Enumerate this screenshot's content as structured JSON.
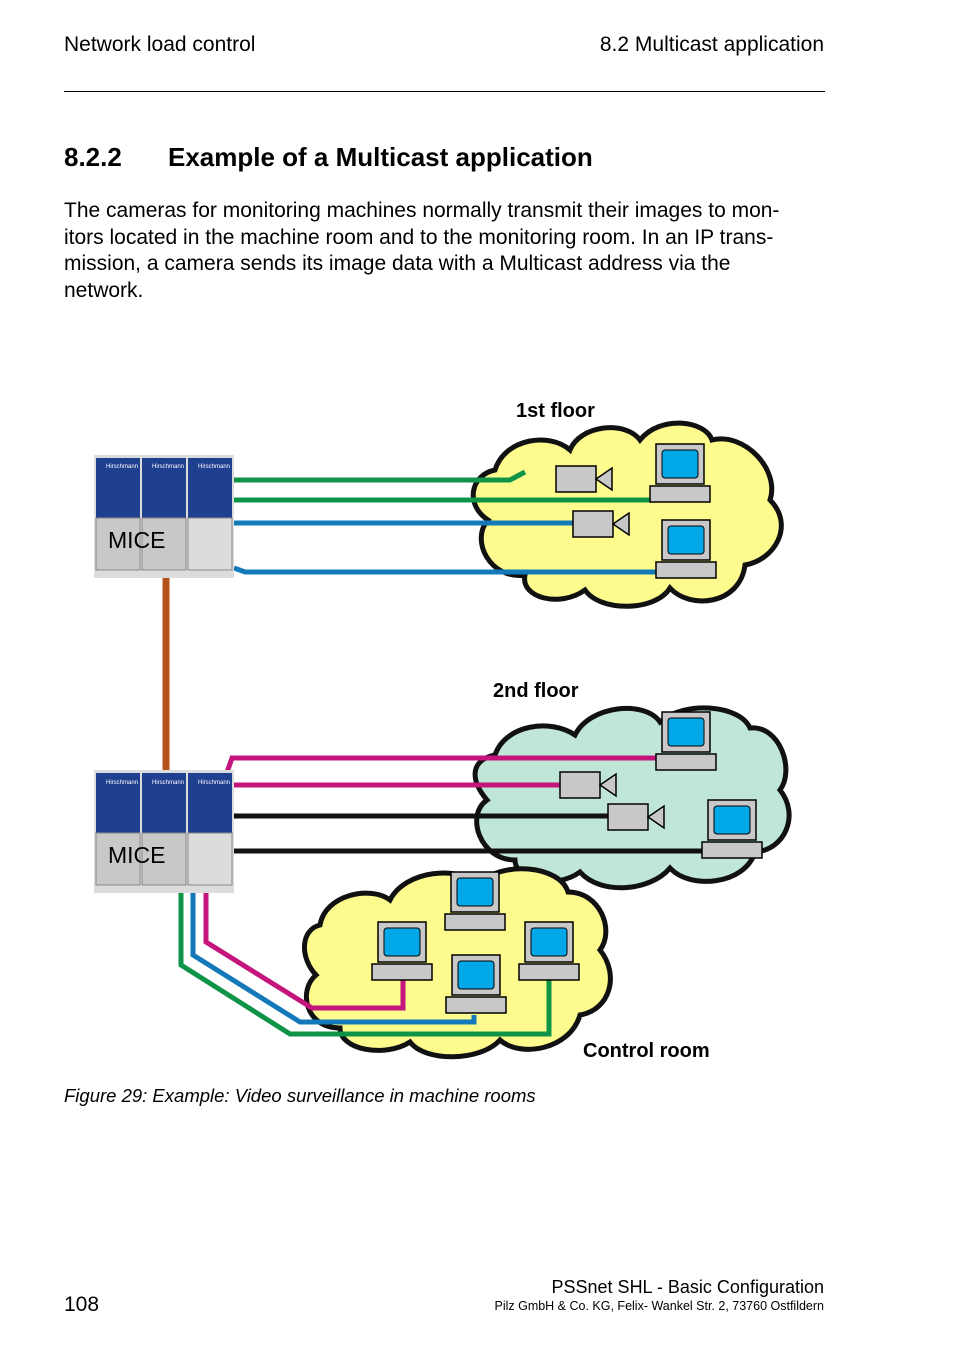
{
  "header": {
    "left": "Network load control",
    "right": "8.2  Multicast application"
  },
  "section": {
    "number": "8.2.2",
    "title": "Example of a Multicast application"
  },
  "paragraph_lines": [
    "The cameras for monitoring machines normally transmit their images to mon-",
    "itors located in the machine room and to the monitoring room. In an IP trans-",
    "mission, a camera sends its image data with a Multicast address via the",
    "network."
  ],
  "diagram": {
    "labels": {
      "floor1": "1st floor",
      "floor2": "2nd floor",
      "control_room": "Control room",
      "switch1": "MICE",
      "switch2": "MICE",
      "brand": "Hirschmann"
    },
    "colors": {
      "green": "#0f9447",
      "blue": "#1479b8",
      "magenta": "#c4157c",
      "black": "#111111",
      "backbone": "#b5521c",
      "cloud_yellow": "#fdfb8e",
      "cloud_green": "#bfe6d6",
      "screen": "#00a8e8",
      "device_gray": "#c8c8c8",
      "switch_blue": "#1f3f8f"
    }
  },
  "caption": "Figure 29: Example: Video surveillance in machine rooms",
  "footer": {
    "page": "108",
    "title": "PSSnet SHL - Basic Configuration",
    "address": "Pilz GmbH & Co. KG, Felix- Wankel Str. 2, 73760 Ostfildern"
  }
}
